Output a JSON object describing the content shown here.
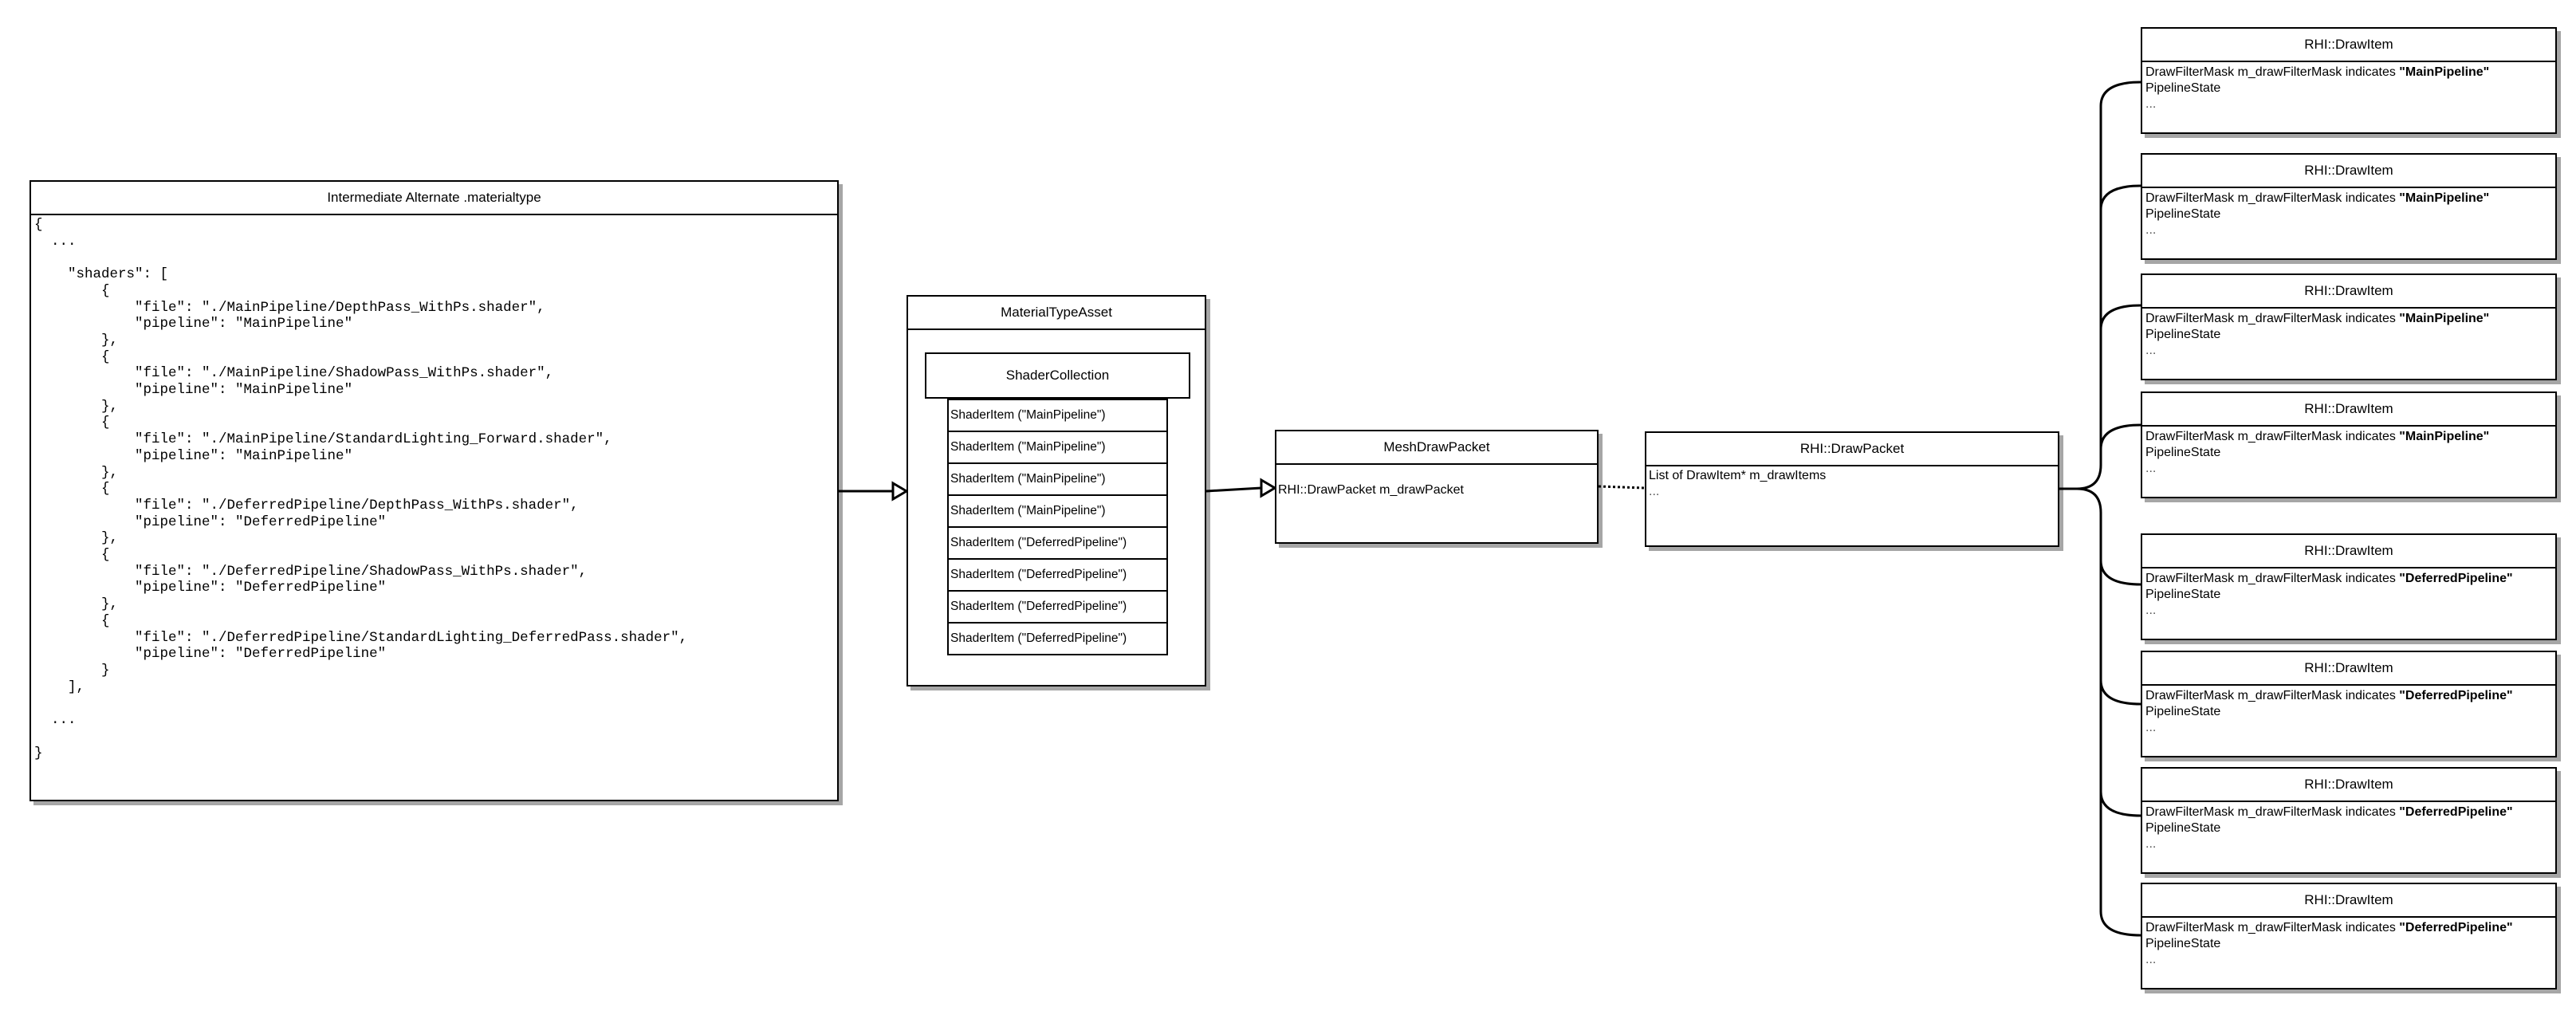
{
  "material_type": {
    "title": "Intermediate Alternate .materialtype",
    "code": "{\n  ...\n\n    \"shaders\": [\n        {\n            \"file\": \"./MainPipeline/DepthPass_WithPs.shader\",\n            \"pipeline\": \"MainPipeline\"\n        },\n        {\n            \"file\": \"./MainPipeline/ShadowPass_WithPs.shader\",\n            \"pipeline\": \"MainPipeline\"\n        },\n        {\n            \"file\": \"./MainPipeline/StandardLighting_Forward.shader\",\n            \"pipeline\": \"MainPipeline\"\n        },\n        {\n            \"file\": \"./DeferredPipeline/DepthPass_WithPs.shader\",\n            \"pipeline\": \"DeferredPipeline\"\n        },\n        {\n            \"file\": \"./DeferredPipeline/ShadowPass_WithPs.shader\",\n            \"pipeline\": \"DeferredPipeline\"\n        },\n        {\n            \"file\": \"./DeferredPipeline/StandardLighting_DeferredPass.shader\",\n            \"pipeline\": \"DeferredPipeline\"\n        }\n    ],\n\n  ...\n\n}"
  },
  "material_type_asset": {
    "title": "MaterialTypeAsset",
    "shader_collection_label": "ShaderCollection",
    "shader_items": [
      "ShaderItem (\"MainPipeline\")",
      "ShaderItem (\"MainPipeline\")",
      "ShaderItem (\"MainPipeline\")",
      "ShaderItem (\"MainPipeline\")",
      "ShaderItem (\"DeferredPipeline\")",
      "ShaderItem (\"DeferredPipeline\")",
      "ShaderItem (\"DeferredPipeline\")",
      "ShaderItem (\"DeferredPipeline\")"
    ]
  },
  "mesh_draw_packet": {
    "title": "MeshDrawPacket",
    "field": "RHI::DrawPacket m_drawPacket"
  },
  "draw_packet": {
    "title": "RHI::DrawPacket",
    "line1": "List of DrawItem* m_drawItems",
    "line2": "..."
  },
  "draw_items": [
    {
      "title": "RHI::DrawItem",
      "mask_text": "DrawFilterMask m_drawFilterMask indicates ",
      "pipeline": "\"MainPipeline\"",
      "state": "PipelineState",
      "more": "..."
    },
    {
      "title": "RHI::DrawItem",
      "mask_text": "DrawFilterMask m_drawFilterMask indicates ",
      "pipeline": "\"MainPipeline\"",
      "state": "PipelineState",
      "more": "..."
    },
    {
      "title": "RHI::DrawItem",
      "mask_text": "DrawFilterMask m_drawFilterMask indicates ",
      "pipeline": "\"MainPipeline\"",
      "state": "PipelineState",
      "more": "..."
    },
    {
      "title": "RHI::DrawItem",
      "mask_text": "DrawFilterMask m_drawFilterMask indicates ",
      "pipeline": "\"MainPipeline\"",
      "state": "PipelineState",
      "more": "..."
    },
    {
      "title": "RHI::DrawItem",
      "mask_text": "DrawFilterMask m_drawFilterMask indicates ",
      "pipeline": "\"DeferredPipeline\"",
      "state": "PipelineState",
      "more": "..."
    },
    {
      "title": "RHI::DrawItem",
      "mask_text": "DrawFilterMask m_drawFilterMask indicates ",
      "pipeline": "\"DeferredPipeline\"",
      "state": "PipelineState",
      "more": "..."
    },
    {
      "title": "RHI::DrawItem",
      "mask_text": "DrawFilterMask m_drawFilterMask indicates ",
      "pipeline": "\"DeferredPipeline\"",
      "state": "PipelineState",
      "more": "..."
    },
    {
      "title": "RHI::DrawItem",
      "mask_text": "DrawFilterMask m_drawFilterMask indicates ",
      "pipeline": "\"DeferredPipeline\"",
      "state": "PipelineState",
      "more": "..."
    }
  ]
}
